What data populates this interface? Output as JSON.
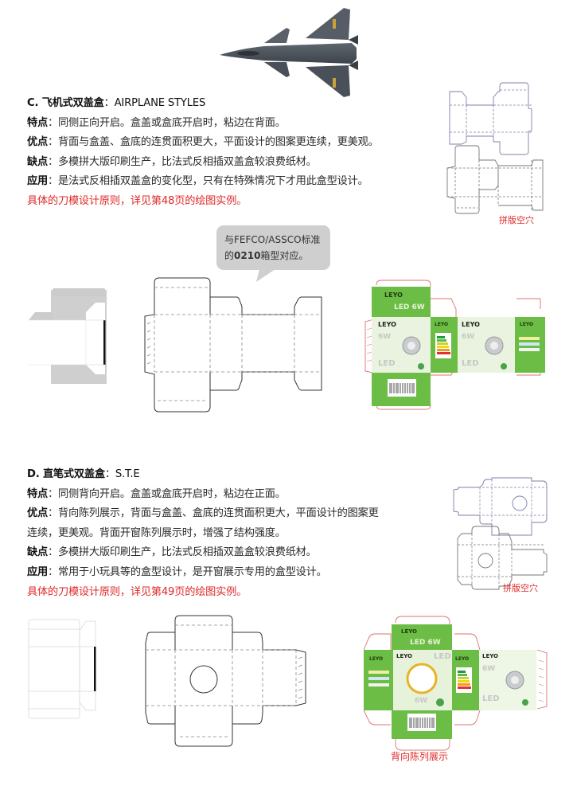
{
  "section_c": {
    "title_prefix": "C. 飞机式双盖盒",
    "title_sep": "：",
    "title_en": "AIRPLANE  STYLES",
    "features_label": "特点",
    "features_text": "：同侧正向开启。盒盖或盒底开启时，粘边在背面。",
    "pros_label": "优点",
    "pros_text": "：背面与盒盖、盒底的连贯面积更大，平面设计的图案更连续，更美观。",
    "cons_label": "缺点",
    "cons_text": "：多模拼大版印刷生产，比法式反相插双盖盒较浪费纸材。",
    "usage_label": "应用",
    "usage_text": "：是法式反相插双盖盒的变化型，只有在特殊情况下才用此盒型设计。",
    "reference": "具体的刀模设计原则，详见第48页的绘图实例。",
    "layout_caption": "拼版空穴",
    "bubble_line1": "与FEFCO/ASSCO标准",
    "bubble_line2_prefix": "的",
    "bubble_code": "0210",
    "bubble_line2_suffix": "箱型对应。"
  },
  "section_d": {
    "title_prefix": "D. 直笔式双盖盒",
    "title_sep": "：",
    "title_en": "S.T.E",
    "features_label": "特点",
    "features_text": "：同侧背向开启。盒盖或盒底开启时，粘边在正面。",
    "pros_label": "优点",
    "pros_text": "：背向陈列展示，背面与盒盖、盒底的连贯面积更大，平面设计的图案更",
    "pros_text_cont": "连续，更美观。背面开窗陈列展示时，增强了结构强度。",
    "cons_label": "缺点",
    "cons_text": "：多模拼大版印刷生产，比法式反相插双盖盒较浪费纸材。",
    "usage_label": "应用",
    "usage_text": "：常用于小玩具等的盒型设计，是开窗展示专用的盒型设计。",
    "reference": "具体的刀模设计原则，详见第49页的绘图实例。",
    "layout_caption": "拼版空穴",
    "display_caption": "背向陈列展示"
  },
  "packaging": {
    "brand": "LEYO",
    "product": "LED 6W",
    "wattage": "6W",
    "led": "LED"
  },
  "colors": {
    "accent_red": "#e02828",
    "box_green": "#6cbd45",
    "bubble_gray": "#cfcfcf"
  }
}
